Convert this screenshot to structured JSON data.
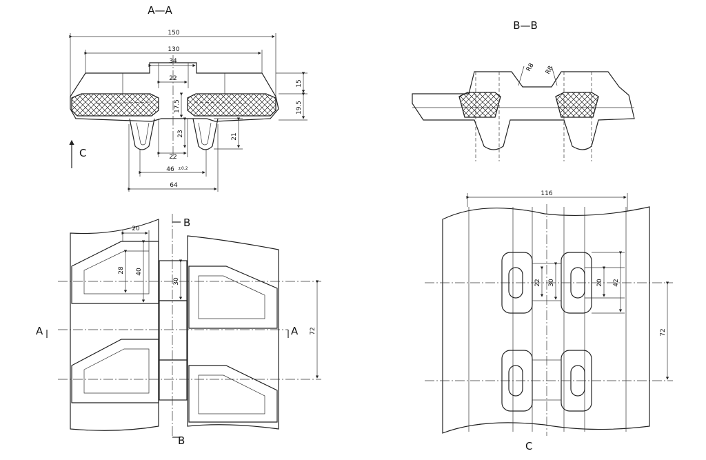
{
  "views": {
    "aa": {
      "title": "A—A",
      "dims": {
        "w150": "150",
        "w130": "130",
        "w34": "34",
        "w22top": "22",
        "h15": "15",
        "h195": "19.5",
        "h175": "17.5",
        "h23": "23",
        "h21": "21",
        "w22bot": "22",
        "w46": "46",
        "w46sub": "±0.2",
        "w64": "64"
      },
      "arrow_label": "C"
    },
    "bb": {
      "title": "B—B",
      "radius_left": "R8",
      "radius_right": "R8"
    },
    "plan_left": {
      "dims": {
        "w20": "20",
        "h28": "28",
        "h40": "40",
        "h30": "30",
        "h72": "72"
      },
      "section_labels": {
        "b_top": "B",
        "b_bottom": "B",
        "a_left": "A",
        "a_right": "A"
      }
    },
    "plan_right": {
      "dims": {
        "w116": "116",
        "h22": "22",
        "h30": "30",
        "h20": "20",
        "h42": "42",
        "h72": "72"
      },
      "view_label": "C"
    }
  }
}
